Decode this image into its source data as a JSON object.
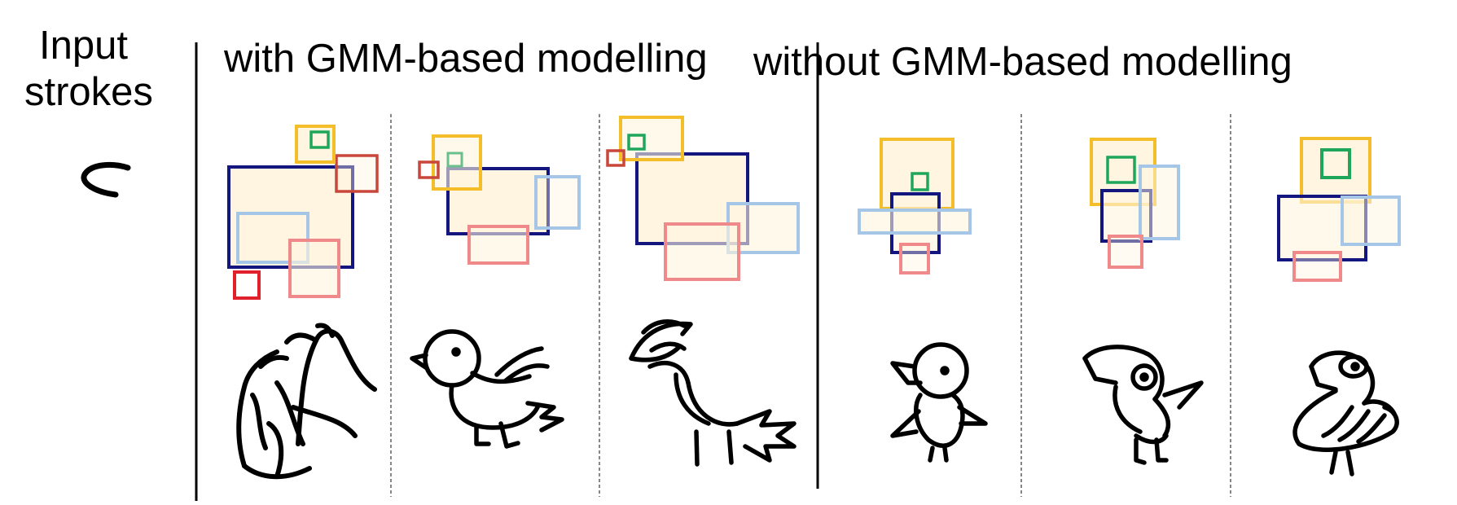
{
  "headers": {
    "input_line1": "Input",
    "input_line2": "strokes",
    "with_gmm": "with GMM-based modelling",
    "without_gmm": "without GMM-based modelling"
  },
  "colors": {
    "gold": "#f4bd2a",
    "green": "#1ea65a",
    "red": "#e0202a",
    "brick": "#c9463a",
    "navy": "#12167e",
    "light_blue": "#a5c6e6",
    "pink": "#f08a8a",
    "box_fill": "#fff5e0",
    "ink": "#000000"
  },
  "panels": [
    {
      "group": "with-gmm",
      "subject": "bird-sketch",
      "icon": "bird-sketch-icon"
    },
    {
      "group": "with-gmm",
      "subject": "bird-sketch",
      "icon": "bird-sketch-icon"
    },
    {
      "group": "with-gmm",
      "subject": "bird-sketch",
      "icon": "bird-sketch-icon"
    },
    {
      "group": "without-gmm",
      "subject": "bird-sketch",
      "icon": "bird-sketch-icon"
    },
    {
      "group": "without-gmm",
      "subject": "bird-sketch",
      "icon": "bird-sketch-icon"
    },
    {
      "group": "without-gmm",
      "subject": "bird-sketch",
      "icon": "bird-sketch-icon"
    }
  ]
}
